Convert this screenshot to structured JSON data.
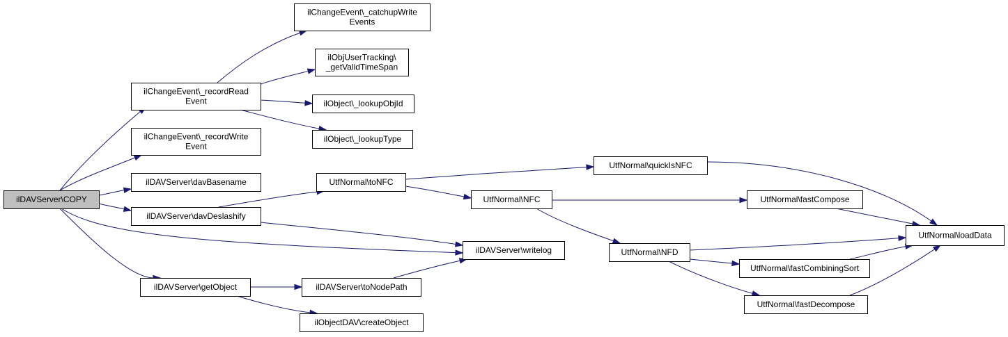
{
  "diagram": {
    "colors": {
      "root_fill": "#bfbfbf",
      "node_fill": "#ffffff",
      "border": "#000000",
      "edge": "#191970"
    },
    "nodes": [
      {
        "id": "copy",
        "lines": [
          "ilDAVServer\\COPY"
        ],
        "root": true
      },
      {
        "id": "catchup",
        "lines": [
          "ilChangeEvent\\_catchupWrite",
          "Events"
        ]
      },
      {
        "id": "validtime",
        "lines": [
          "ilObjUserTracking\\",
          "_getValidTimeSpan"
        ]
      },
      {
        "id": "recordread",
        "lines": [
          "ilChangeEvent\\_recordRead",
          "Event"
        ]
      },
      {
        "id": "lookupobjid",
        "lines": [
          "ilObject\\_lookupObjId"
        ]
      },
      {
        "id": "lookuptype",
        "lines": [
          "ilObject\\_lookupType"
        ]
      },
      {
        "id": "recordwrite",
        "lines": [
          "ilChangeEvent\\_recordWrite",
          "Event"
        ]
      },
      {
        "id": "basename",
        "lines": [
          "ilDAVServer\\davBasename"
        ]
      },
      {
        "id": "deslashify",
        "lines": [
          "ilDAVServer\\davDeslashify"
        ]
      },
      {
        "id": "getobject",
        "lines": [
          "ilDAVServer\\getObject"
        ]
      },
      {
        "id": "tonfc",
        "lines": [
          "UtfNormal\\toNFC"
        ]
      },
      {
        "id": "writelog",
        "lines": [
          "ilDAVServer\\writelog"
        ]
      },
      {
        "id": "tonodepath",
        "lines": [
          "ilDAVServer\\toNodePath"
        ]
      },
      {
        "id": "createobject",
        "lines": [
          "ilObjectDAV\\createObject"
        ]
      },
      {
        "id": "quickisnfc",
        "lines": [
          "UtfNormal\\quickIsNFC"
        ]
      },
      {
        "id": "nfc",
        "lines": [
          "UtfNormal\\NFC"
        ]
      },
      {
        "id": "nfd",
        "lines": [
          "UtfNormal\\NFD"
        ]
      },
      {
        "id": "fastcompose",
        "lines": [
          "UtfNormal\\fastCompose"
        ]
      },
      {
        "id": "fastcombsort",
        "lines": [
          "UtfNormal\\fastCombiningSort"
        ]
      },
      {
        "id": "fastdecompose",
        "lines": [
          "UtfNormal\\fastDecompose"
        ]
      },
      {
        "id": "loaddata",
        "lines": [
          "UtfNormal\\loadData"
        ]
      }
    ],
    "edges": [
      {
        "from": "copy",
        "to": "recordread"
      },
      {
        "from": "copy",
        "to": "recordwrite"
      },
      {
        "from": "copy",
        "to": "basename"
      },
      {
        "from": "copy",
        "to": "deslashify"
      },
      {
        "from": "copy",
        "to": "writelog"
      },
      {
        "from": "copy",
        "to": "getobject"
      },
      {
        "from": "recordread",
        "to": "catchup"
      },
      {
        "from": "recordread",
        "to": "validtime"
      },
      {
        "from": "recordread",
        "to": "lookupobjid"
      },
      {
        "from": "recordread",
        "to": "lookuptype"
      },
      {
        "from": "deslashify",
        "to": "tonfc"
      },
      {
        "from": "deslashify",
        "to": "writelog"
      },
      {
        "from": "getobject",
        "to": "tonodepath"
      },
      {
        "from": "getobject",
        "to": "createobject"
      },
      {
        "from": "tonodepath",
        "to": "writelog"
      },
      {
        "from": "tonfc",
        "to": "quickisnfc"
      },
      {
        "from": "tonfc",
        "to": "nfc"
      },
      {
        "from": "nfc",
        "to": "fastcompose"
      },
      {
        "from": "nfc",
        "to": "nfd"
      },
      {
        "from": "nfd",
        "to": "loaddata"
      },
      {
        "from": "nfd",
        "to": "fastcombsort"
      },
      {
        "from": "nfd",
        "to": "fastdecompose"
      },
      {
        "from": "quickisnfc",
        "to": "loaddata"
      },
      {
        "from": "fastcompose",
        "to": "loaddata"
      },
      {
        "from": "fastcombsort",
        "to": "loaddata"
      },
      {
        "from": "fastdecompose",
        "to": "loaddata"
      }
    ]
  }
}
